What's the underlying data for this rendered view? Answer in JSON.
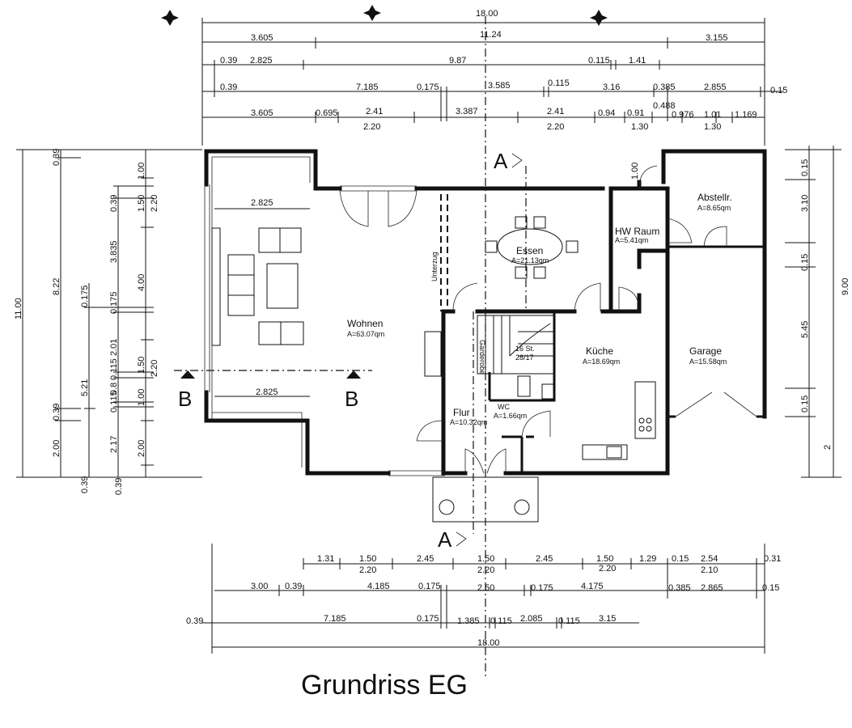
{
  "title": "Grundriss EG",
  "rooms": {
    "wohnen": {
      "name": "Wohnen",
      "area": "A=63.07qm"
    },
    "essen": {
      "name": "Essen",
      "area": "A=21.13qm"
    },
    "hw_raum": {
      "name": "HW Raum",
      "area": "A=5.41qm"
    },
    "abstellr": {
      "name": "Abstellr.",
      "area": "A=8.65qm"
    },
    "kueche": {
      "name": "Küche",
      "area": "A=18.69qm"
    },
    "garage": {
      "name": "Garage",
      "area": "A=15.58qm"
    },
    "flur": {
      "name": "Flur",
      "area": "A=10.32qm"
    },
    "wc": {
      "name": "WC",
      "area": "A=1.66qm"
    }
  },
  "labels": {
    "unterzug": "Unterzug",
    "garderobe": "Garderobe",
    "stair_a": "16 St.",
    "stair_b": "28/17",
    "section_a": "A",
    "section_b": "B"
  },
  "dims_top": {
    "r1": [
      "18.00"
    ],
    "r2": [
      "3.605",
      "11.24",
      "3.155"
    ],
    "r3": [
      "0.39",
      "2.825",
      "9.87",
      "0.115",
      "1.41"
    ],
    "r4": [
      "0.39",
      "7.185",
      "0.175",
      "3.585",
      "0.115",
      "3.16",
      "0.385",
      "2.855",
      "0.15"
    ],
    "r5": [
      "3.605",
      "0.695",
      "2.41",
      "2.20",
      "3.387",
      "2.41",
      "2.20",
      "0.94",
      "0.91",
      "1.30",
      "0.488",
      "0.976",
      "1.01",
      "1.30",
      "1.169"
    ]
  },
  "dims_bottom": {
    "r1": [
      "1.31",
      "1.50",
      "2.20",
      "2.45",
      "1.50",
      "2.20",
      "2.45",
      "1.50",
      "2.20",
      "1.29",
      "0.15",
      "2.54",
      "2.10",
      "0.31"
    ],
    "r2": [
      "3.00",
      "0.39",
      "4.185",
      "0.175",
      "2.50",
      "0.175",
      "4.175",
      "0.385",
      "2.865",
      "0.15"
    ],
    "r3": [
      "0.39",
      "7.185",
      "0.175",
      "1.385",
      "0.115",
      "2.085",
      "0.115",
      "3.15"
    ],
    "r4": [
      "18.00"
    ]
  },
  "dims_left": {
    "c1": [
      "11.00"
    ],
    "c2": [
      "0.39",
      "8.22",
      "0.39",
      "2.00"
    ],
    "c3": [
      "0.175",
      "5.21",
      "0.39"
    ],
    "c4": [
      "0.39",
      "3.835",
      "0.175",
      "2.01",
      "0.115",
      "0.8",
      "0.115",
      "2.17"
    ],
    "c5": [
      "1.00",
      "1.50",
      "2.20",
      "4.00",
      "1.50",
      "2.20",
      "1.00",
      "2.00",
      "0.39"
    ]
  },
  "dims_right": {
    "c1": [
      "0.15",
      "3.10",
      "0.15",
      "5.45",
      "0.15",
      "2"
    ],
    "c2": [
      "9.00"
    ]
  },
  "dims_inner": {
    "wohnen_top": "2.825",
    "wohnen_bottom": "2.825",
    "hw_door": "1.00"
  }
}
